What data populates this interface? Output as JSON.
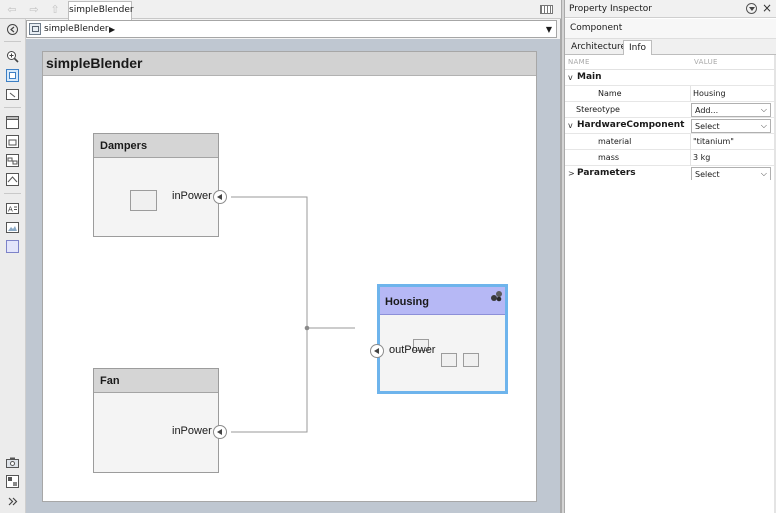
{
  "window": {
    "tab_title": "simpleBlender"
  },
  "addressbar": {
    "path": "simpleBlender",
    "caret": "▶",
    "dropdown": "▼"
  },
  "model": {
    "title": "simpleBlender",
    "components": {
      "dampers": {
        "name": "Dampers",
        "port": "inPower"
      },
      "fan": {
        "name": "Fan",
        "port": "inPower"
      },
      "housing": {
        "name": "Housing",
        "port": "outPower"
      }
    }
  },
  "inspector": {
    "title": "Property Inspector",
    "close_glyph": "×",
    "subheader": "Component",
    "tabs": [
      {
        "label": "Architecture"
      },
      {
        "label": "Info"
      }
    ],
    "columns": {
      "name": "NAME",
      "value": "VALUE"
    },
    "rows": {
      "main": {
        "label": "Main",
        "expander": "v"
      },
      "name": {
        "label": "Name",
        "value": "Housing"
      },
      "stereotype": {
        "label": "Stereotype",
        "value": "Add..."
      },
      "hardware": {
        "label": "HardwareComponent",
        "value": "Select",
        "expander": "v"
      },
      "material": {
        "label": "material",
        "value": "\"titanium\""
      },
      "mass": {
        "label": "mass",
        "value": "3 kg"
      },
      "parameters": {
        "label": "Parameters",
        "value": "Select",
        "expander": ">"
      }
    },
    "select_arrow": "⌵"
  },
  "colors": {
    "selection_border": "#6eb4ec",
    "housing_header": "#b6b8f5",
    "canvas_background": "#bfc7d1"
  }
}
